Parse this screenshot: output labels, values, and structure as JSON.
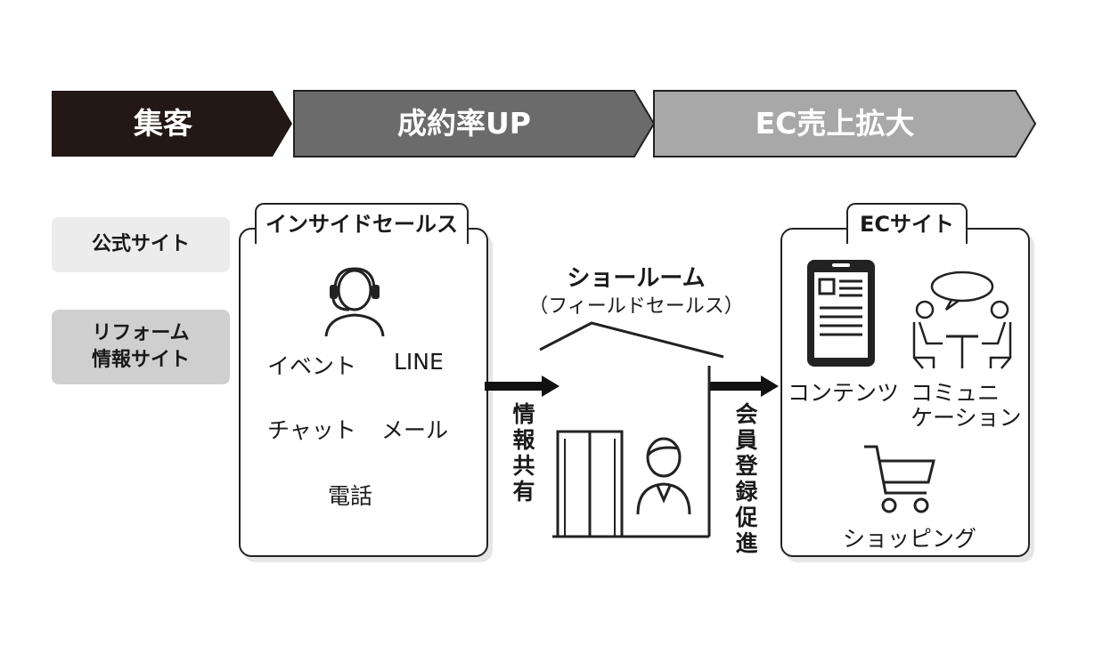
{
  "stages": [
    "集客",
    "成約率UP",
    "EC売上拡大"
  ],
  "sources": {
    "official_site": "公式サイト",
    "reform_site_line1": "リフォーム",
    "reform_site_line2": "情報サイト"
  },
  "inside_sales": {
    "title": "インサイドセールス",
    "items": [
      "イベント",
      "LINE",
      "チャット",
      "メール",
      "電話"
    ]
  },
  "showroom": {
    "title": "ショールーム",
    "subtitle": "（フィールドセールス）"
  },
  "arrows": {
    "info_share": "情報共有",
    "member_reg": "会員登録促進"
  },
  "ec_site": {
    "title": "ECサイト",
    "contents": "コンテンツ",
    "community_line1": "コミュニ",
    "community_line2": "ケーション",
    "shopping": "ショッピング"
  },
  "colors": {
    "stage1": "#231815",
    "stage2": "#6b6b6b",
    "stage3": "#a8a8a8",
    "tag_light": "#ececec",
    "tag_dark": "#cfcfcf"
  },
  "icons": [
    "headset-operator-icon",
    "showroom-house-icon",
    "staff-person-icon",
    "smartphone-icon",
    "meeting-icon",
    "shopping-cart-icon"
  ]
}
